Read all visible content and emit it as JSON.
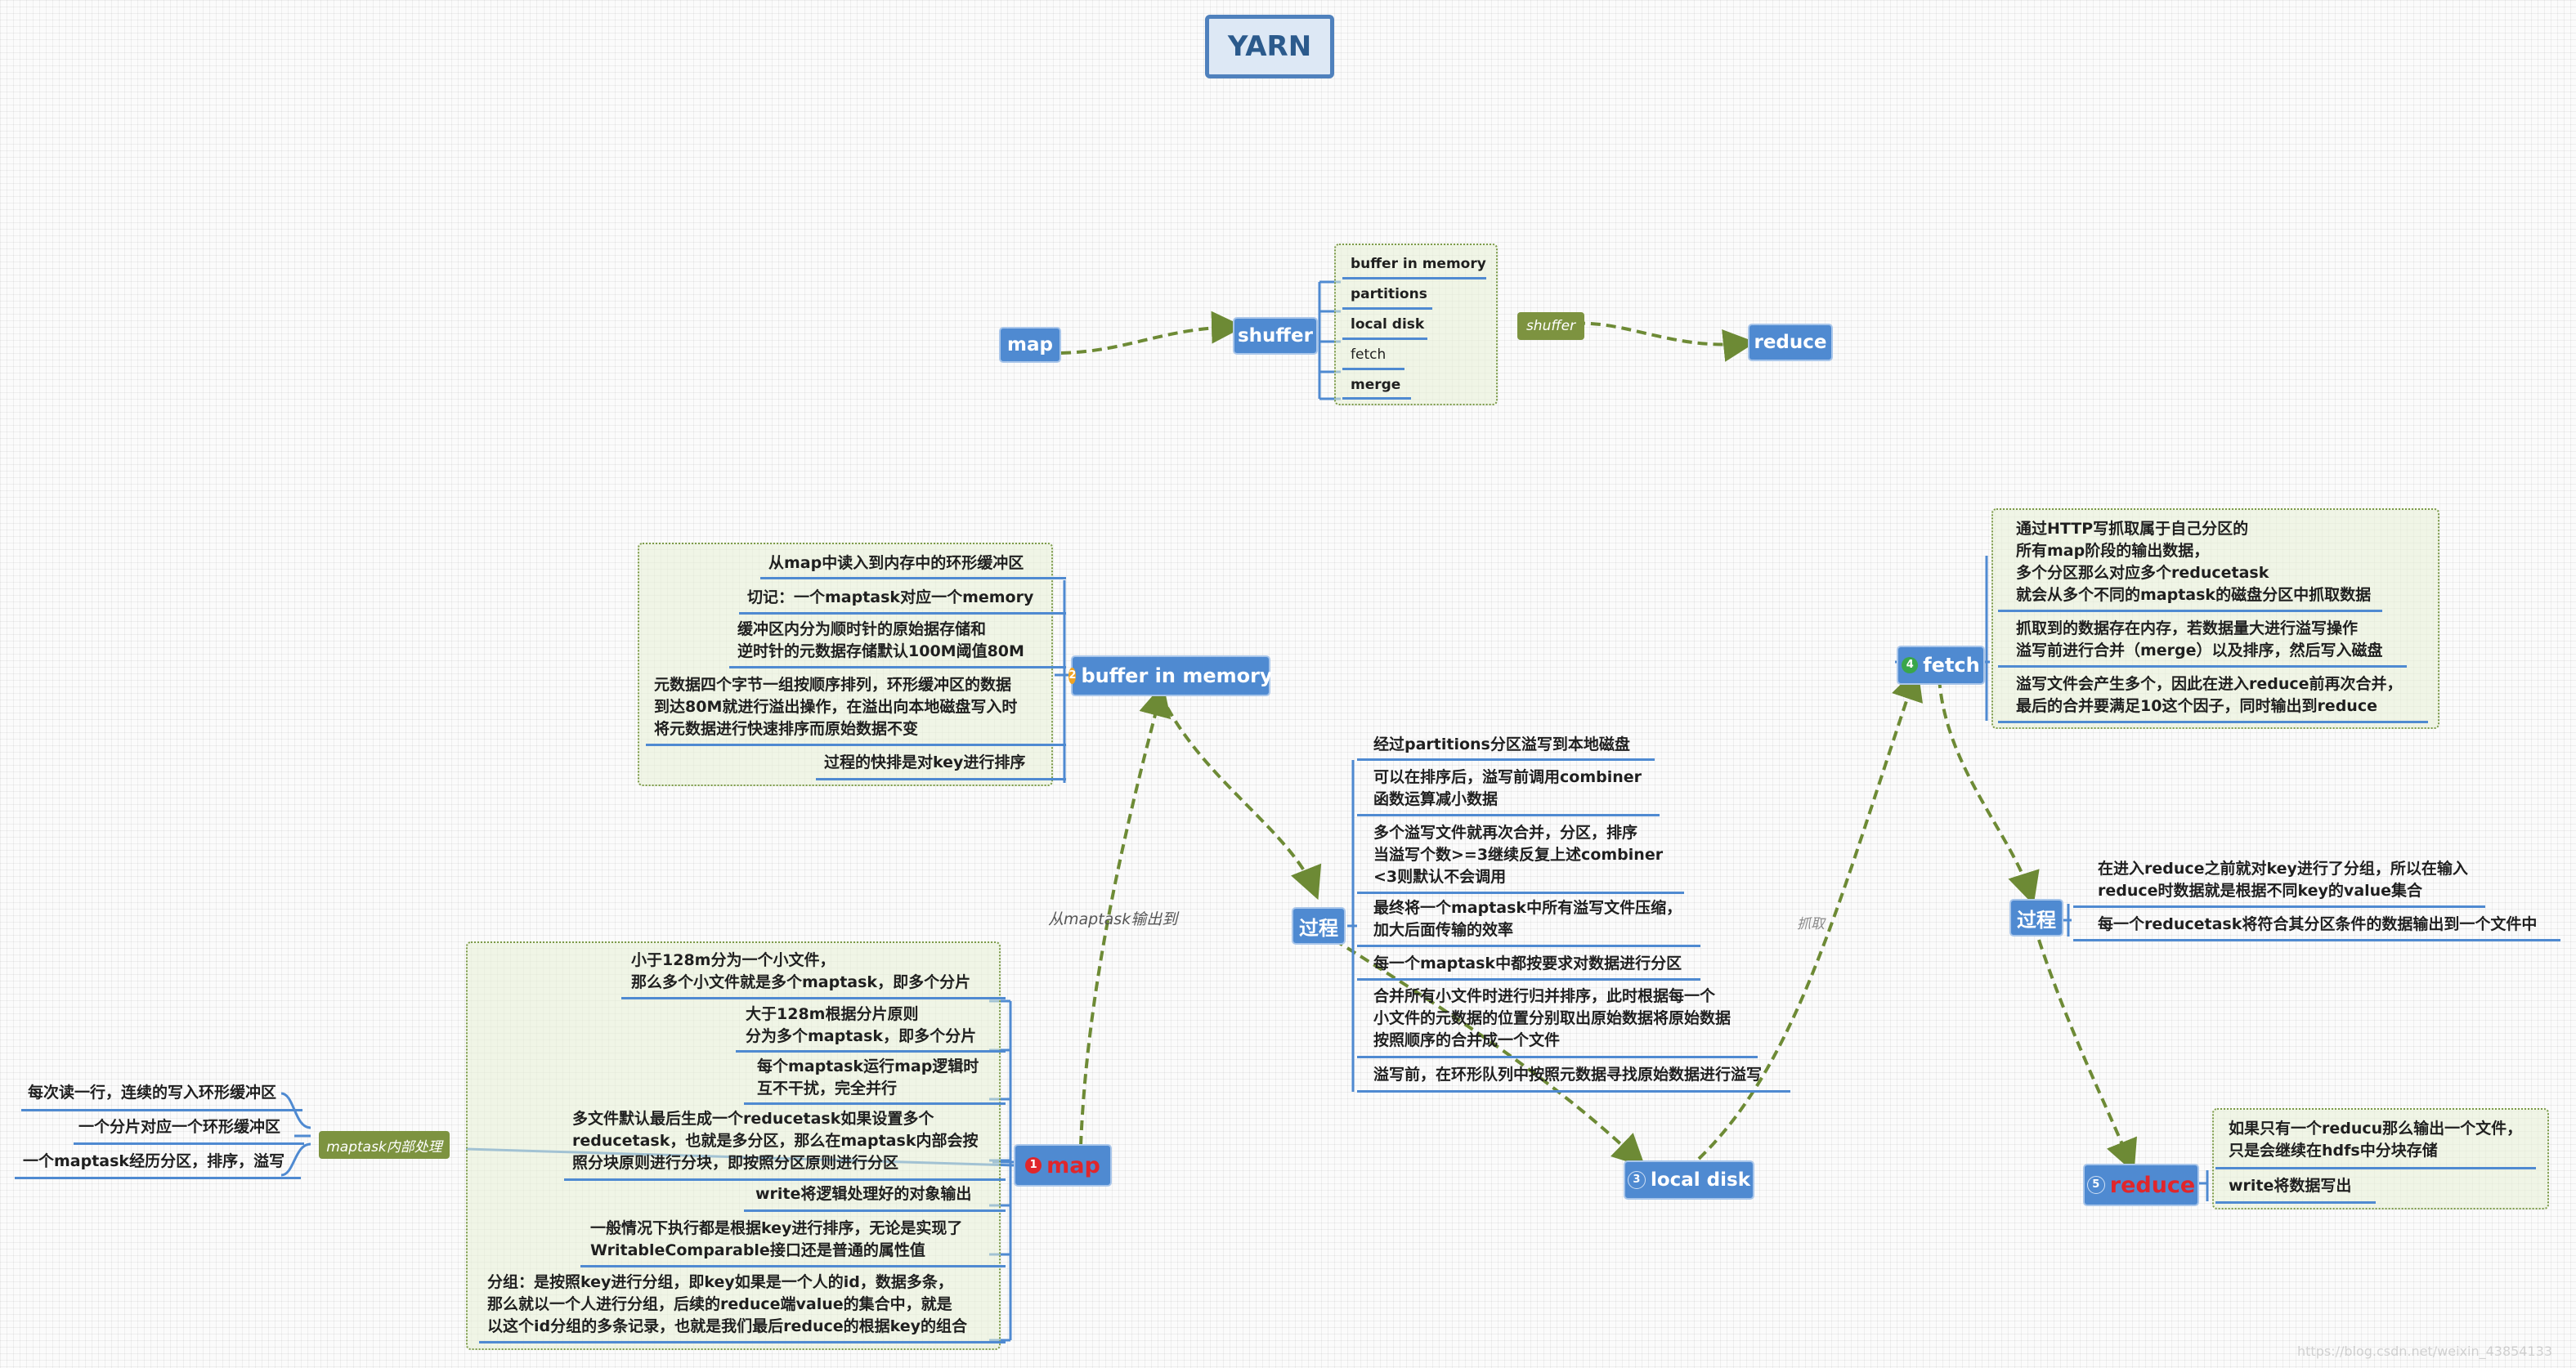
{
  "title": "YARN",
  "colors": {
    "topic": "#4f8ad1",
    "line": "#4f8ad1",
    "relation": "#6d8a35",
    "frame": "#7c9a4a",
    "accent_red": "#e0262b"
  },
  "top_flow": {
    "map": "map",
    "shuffer": "shuffer",
    "shuffer_items": [
      "buffer in memory",
      "partitions",
      "local disk",
      "fetch",
      "merge"
    ],
    "shuffer_tag": "shuffer",
    "reduce": "reduce"
  },
  "map_node": {
    "number": "1",
    "label": "map"
  },
  "maptask_tag": "maptask内部处理",
  "maptask_items": [
    "每次读一行，连续的写入环形缓冲区",
    "一个分片对应一个环形缓冲区",
    "一个maptask经历分区，排序，溢写"
  ],
  "map_items": [
    "小于128m分为一个小文件，",
    "那么多个小文件就是多个maptask，即多个分片",
    "大于128m根据分片原则",
    "分为多个maptask，即多个分片",
    "每个maptask运行map逻辑时",
    "互不干扰，完全并行",
    "多文件默认最后生成一个reducetask如果设置多个",
    "reducetask，也就是多分区，那么在maptask内部会按",
    "照分块原则进行分块，即按照分区原则进行分区",
    "write将逻辑处理好的对象输出",
    "一般情况下执行都是根据key进行排序，无论是实现了",
    "WritableComparable接口还是普通的属性值",
    "分组：是按照key进行分组，即key如果是一个人的id，数据多条，",
    "那么就以一个人进行分组，后续的reduce端value的集合中，就是",
    "以这个id分组的多条记录，也就是我们最后reduce的根据key的组合"
  ],
  "buffer_node": {
    "number": "2",
    "label": "buffer in memory"
  },
  "buffer_items": [
    "从map中读入到内存中的环形缓冲区",
    "切记：一个maptask对应一个memory",
    "缓冲区内分为顺时针的原始据存储和",
    "逆时针的元数据存储默认100M阈值80M",
    "元数据四个字节一组按顺序排列，环形缓冲区的数据",
    "到达80M就进行溢出操作，在溢出向本地磁盘写入时",
    "将元数据进行快速排序而原始数据不变",
    "过程的快排是对key进行排序"
  ],
  "edge_map_buffer": "从maptask输出到",
  "process_node": "过程",
  "process_items": [
    "经过partitions分区溢写到本地磁盘",
    "可以在排序后，溢写前调用combiner",
    "函数运算减小数据",
    "多个溢写文件就再次合并，分区，排序",
    "当溢写个数>=3继续反复上述combiner",
    "<3则默认不会调用",
    "最终将一个maptask中所有溢写文件压缩，",
    "加大后面传输的效率",
    "每一个maptask中都按要求对数据进行分区",
    "合并所有小文件时进行归并排序，此时根据每一个",
    "小文件的元数据的位置分别取出原始数据将原始数据",
    "按照顺序的合并成一个文件",
    "溢写前，在环形队列中按照元数据寻找原始数据进行溢写"
  ],
  "local_disk_node": {
    "number": "3",
    "label": "local disk"
  },
  "edge_disk_fetch": "抓取",
  "fetch_node": {
    "number": "4",
    "label": "fetch"
  },
  "fetch_items": [
    "通过HTTP写抓取属于自己分区的",
    "所有map阶段的输出数据，",
    "多个分区那么对应多个reducetask",
    "就会从多个不同的maptask的磁盘分区中抓取数据",
    "抓取到的数据存在内存，若数据量大进行溢写操作",
    "溢写前进行合并（merge）以及排序，然后写入磁盘",
    "溢写文件会产生多个，因此在进入reduce前再次合并，",
    "最后的合并要满足10这个因子，同时输出到reduce"
  ],
  "process2_node": "过程",
  "process2_items": [
    "在进入reduce之前就对key进行了分组，所以在输入",
    "reduce时数据就是根据不同key的value集合",
    "每一个reducetask将符合其分区条件的数据输出到一个文件中"
  ],
  "reduce_node": {
    "number": "5",
    "label": "reduce"
  },
  "reduce_items": [
    "如果只有一个reducu那么输出一个文件，",
    "只是会继续在hdfs中分块存储",
    "write将数据写出"
  ],
  "watermark": "https://blog.csdn.net/weixin_43854133"
}
